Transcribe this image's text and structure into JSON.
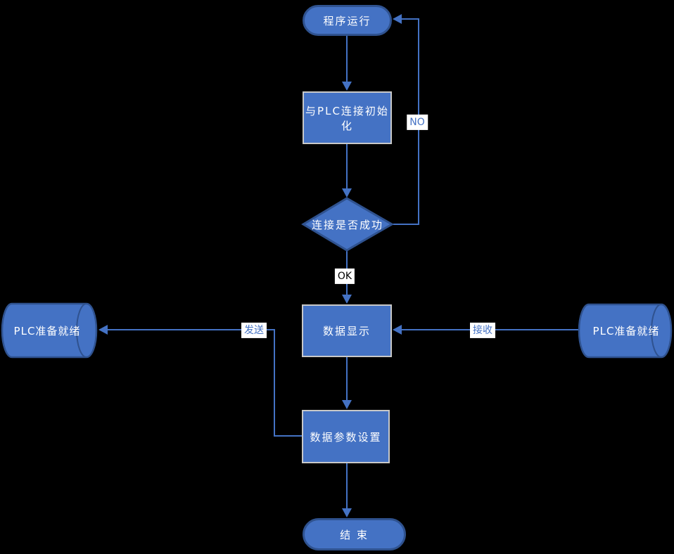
{
  "diagram": {
    "background_color": "#000000",
    "colors": {
      "node_fill": "#4472c4",
      "terminator_border": "#2f528f",
      "process_border": "#c8c8c8",
      "edge_line": "#4472c4",
      "node_text": "#ffffff",
      "edge_label_background": "#ffffff",
      "edge_label_blue_text": "#4472c4",
      "edge_label_black_text": "#000000"
    },
    "nodes": [
      {
        "id": "start",
        "type": "terminator",
        "label": "程序运行"
      },
      {
        "id": "init",
        "type": "process",
        "label": "与PLC连接初始化"
      },
      {
        "id": "decision",
        "type": "decision",
        "label": "连接是否成功"
      },
      {
        "id": "display",
        "type": "process",
        "label": "数据显示"
      },
      {
        "id": "plc-send",
        "type": "cylinder",
        "label": "PLC准备就绪"
      },
      {
        "id": "plc-receive",
        "type": "cylinder",
        "label": "PLC准备就绪"
      },
      {
        "id": "params",
        "type": "process",
        "label": "数据参数设置"
      },
      {
        "id": "end",
        "type": "terminator",
        "label": "结 束"
      }
    ],
    "edge_labels": [
      {
        "id": "no",
        "text": "NO"
      },
      {
        "id": "ok",
        "text": "OK"
      },
      {
        "id": "send",
        "text": "发送"
      },
      {
        "id": "receive",
        "text": "接收"
      }
    ]
  }
}
